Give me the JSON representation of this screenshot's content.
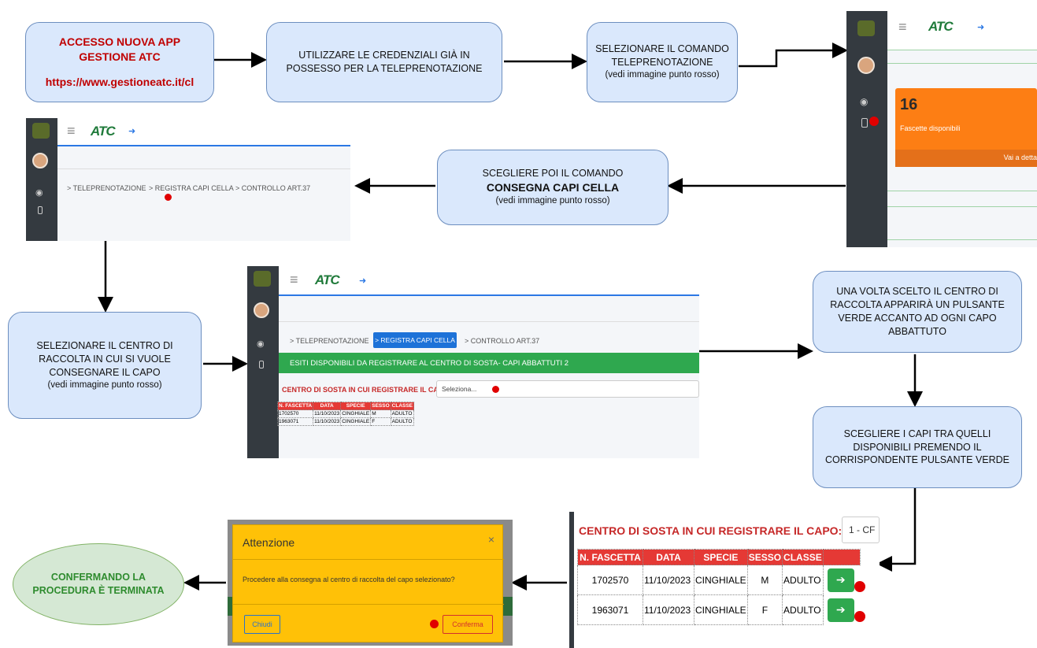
{
  "flow": {
    "step1": {
      "line1": "ACCESSO NUOVA  APP",
      "line2": "GESTIONE ATC",
      "url": "https://www.gestioneatc.it/cl"
    },
    "step2": {
      "line1": "UTILIZZARE LE CREDENZIALI GIÀ IN",
      "line2": "POSSESSO PER LA TELEPRENOTAZIONE"
    },
    "step3": {
      "line1": "SELEZIONARE IL COMANDO",
      "line2": "TELEPRENOTAZIONE",
      "note": "(vedi immagine punto rosso)"
    },
    "step4": {
      "line1": "SCEGLIERE POI IL COMANDO",
      "line2": "CONSEGNA CAPI CELLA",
      "note": "(vedi immagine punto rosso)"
    },
    "step5": {
      "line1": "SELEZIONARE IL CENTRO DI",
      "line2": "RACCOLTA IN CUI SI VUOLE",
      "line3": "CONSEGNARE IL CAPO",
      "note": "(vedi immagine punto rosso)"
    },
    "step6": {
      "line1": "UNA VOLTA SCELTO IL CENTRO DI",
      "line2": "RACCOLTA APPARIRÀ UN PULSANTE",
      "line3": "VERDE ACCANTO AD OGNI CAPO",
      "line4": "ABBATTUTO"
    },
    "step7": {
      "line1": "SCEGLIERE I CAPI TRA QUELLI",
      "line2": "DISPONIBILI PREMENDO IL",
      "line3": "CORRISPONDENTE PULSANTE VERDE"
    },
    "end": {
      "line1": "CONFERMANDO LA",
      "line2": "PROCEDURA È TERMINATA"
    }
  },
  "shot_dashboard": {
    "count": "16",
    "label": "Fascette disponibili",
    "link": "Vai a detta"
  },
  "shot_menu": {
    "crumbs": [
      "> TELEPRENOTAZIONE",
      "> REGISTRA CAPI CELLA",
      "> CONTROLLO ART.37"
    ]
  },
  "shot_register": {
    "tabs": [
      "> TELEPRENOTAZIONE",
      "> REGISTRA CAPI CELLA",
      "> CONTROLLO ART.37"
    ],
    "banner": "ESITI DISPONIBILI DA REGISTRARE AL CENTRO DI SOSTA- CAPI ABBATTUTI 2",
    "center_label": "CENTRO DI SOSTA IN CUI REGISTRARE IL CAPO:",
    "select_placeholder": "Seleziona...",
    "headers": [
      "N. FASCETTA",
      "DATA",
      "SPECIE",
      "SESSO",
      "CLASSE"
    ],
    "rows": [
      [
        "1702570",
        "11/10/2023",
        "CINGHIALE",
        "M",
        "ADULTO"
      ],
      [
        "1963071",
        "11/10/2023",
        "CINGHIALE",
        "F",
        "ADULTO"
      ]
    ]
  },
  "shot_table": {
    "center_label": "CENTRO DI SOSTA IN CUI REGISTRARE IL CAPO:",
    "select_value": "1 - CF",
    "headers": [
      "N. FASCETTA",
      "DATA",
      "SPECIE",
      "SESSO",
      "CLASSE"
    ],
    "rows": [
      [
        "1702570",
        "11/10/2023",
        "CINGHIALE",
        "M",
        "ADULTO"
      ],
      [
        "1963071",
        "11/10/2023",
        "CINGHIALE",
        "F",
        "ADULTO"
      ]
    ]
  },
  "shot_modal": {
    "title": "Attenzione",
    "close": "×",
    "message": "Procedere alla consegna al centro di raccolta del capo selezionato?",
    "cancel": "Chiudi",
    "confirm": "Conferma"
  },
  "colors": {
    "box_fill": "#dae8fc",
    "box_border": "#6c8ebf",
    "end_fill": "#d5e8d4",
    "red": "#e00000",
    "green": "#2fa84f",
    "orange": "#fd7e14",
    "modal": "#ffc107"
  }
}
